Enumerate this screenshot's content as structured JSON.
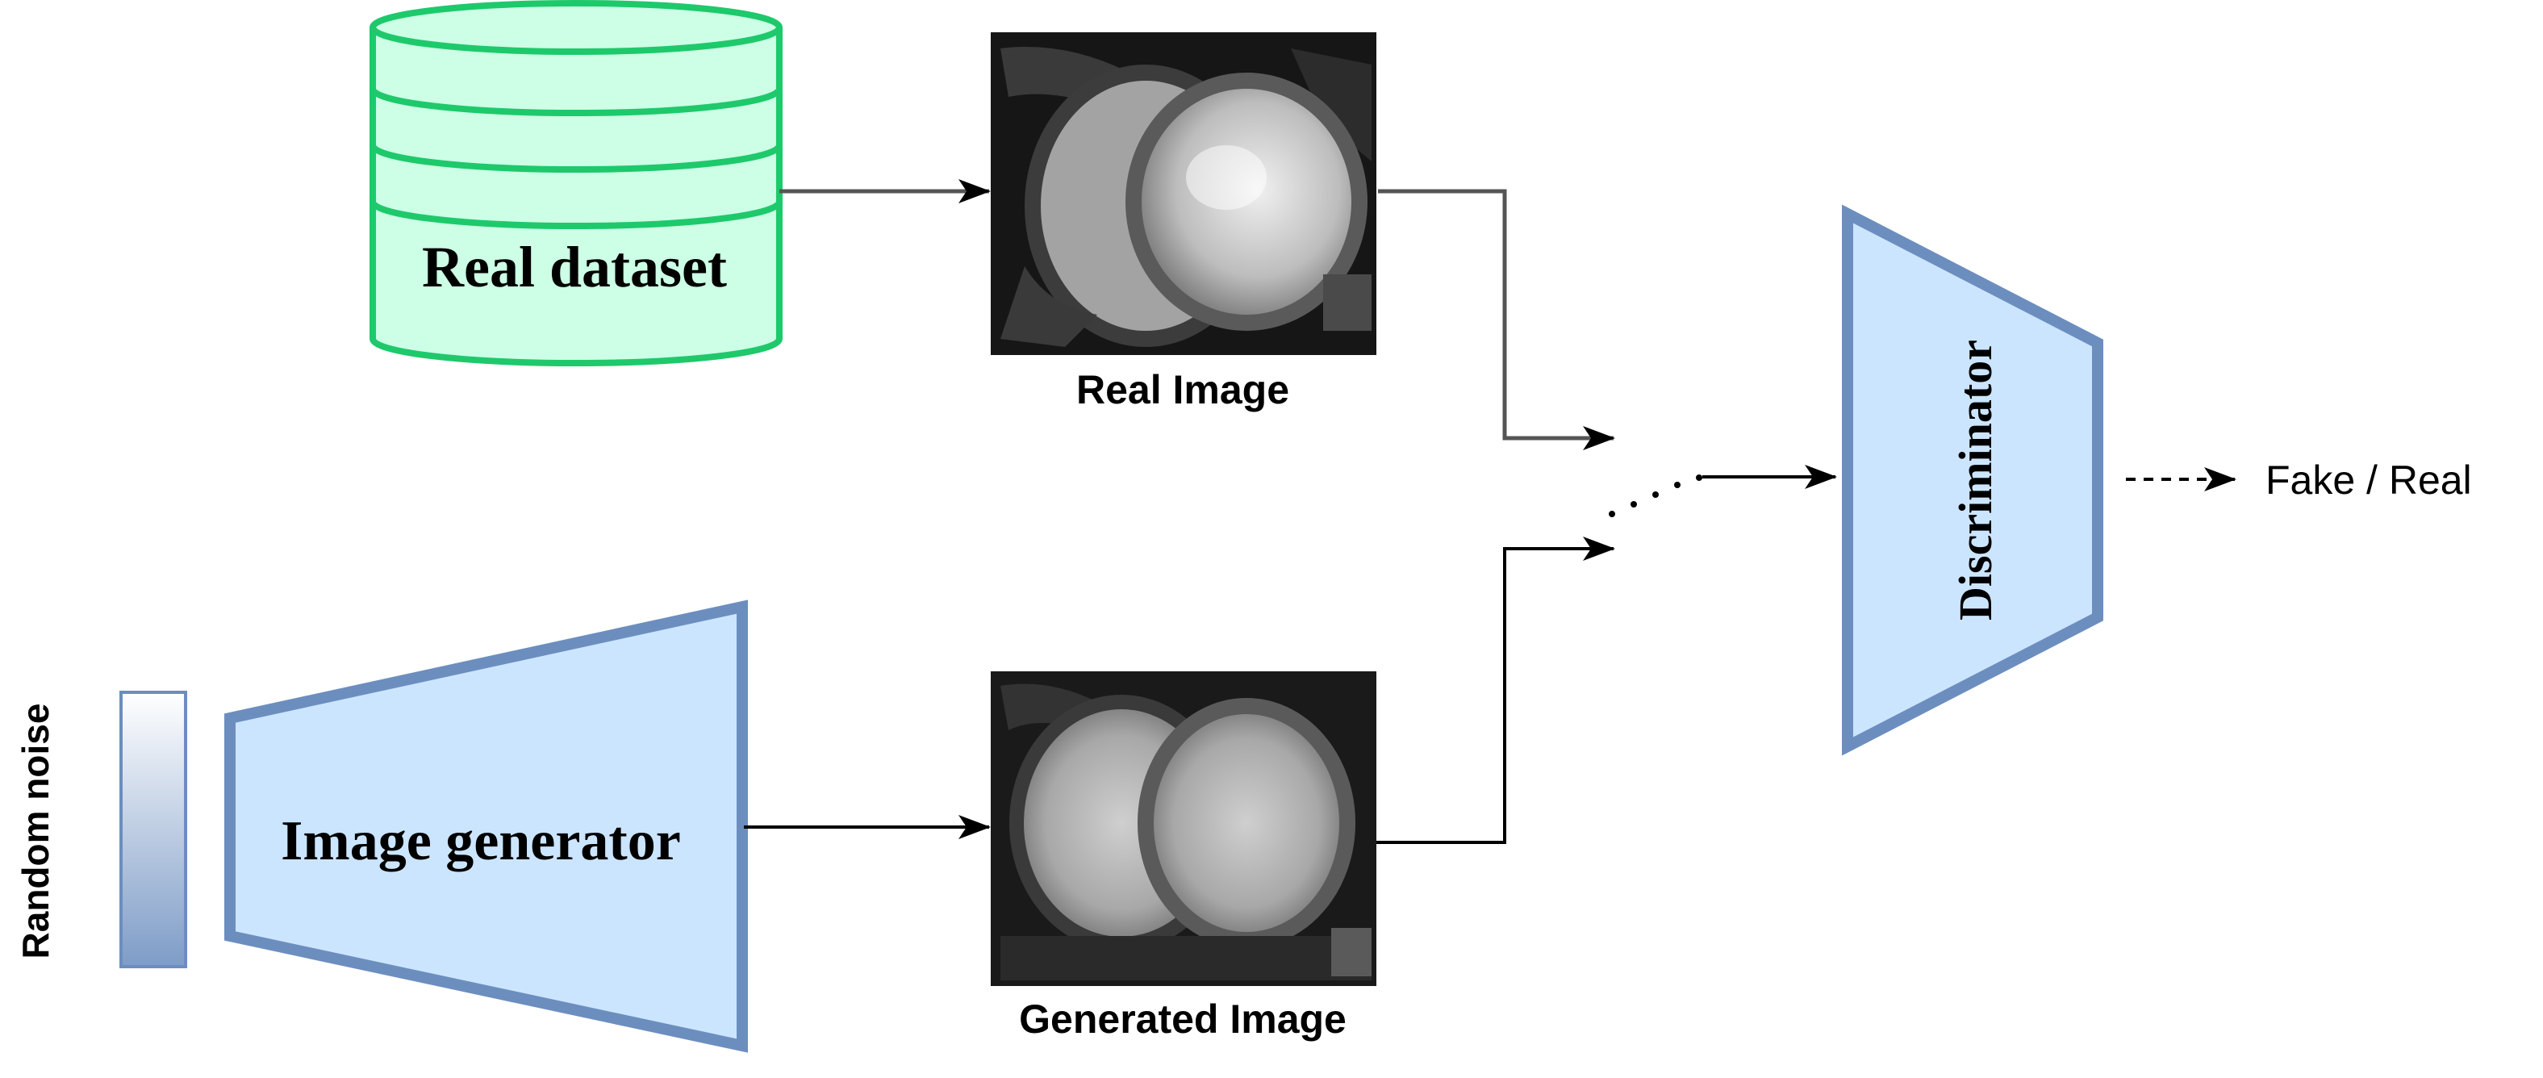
{
  "nodes": {
    "real_dataset": {
      "label": "Real dataset"
    },
    "real_image": {
      "caption": "Real Image"
    },
    "generated_image": {
      "caption": "Generated Image"
    },
    "random_noise": {
      "label": "Random noise"
    },
    "image_generator": {
      "label": "Image generator"
    },
    "discriminator": {
      "label": "Discriminator"
    },
    "output": {
      "label": "Fake / Real"
    }
  },
  "colors": {
    "database_fill": "#ccffe6",
    "database_stroke": "#1ec96b",
    "block_fill": "#cce5ff",
    "block_stroke": "#6c8ebf",
    "arrow": "#000000"
  }
}
